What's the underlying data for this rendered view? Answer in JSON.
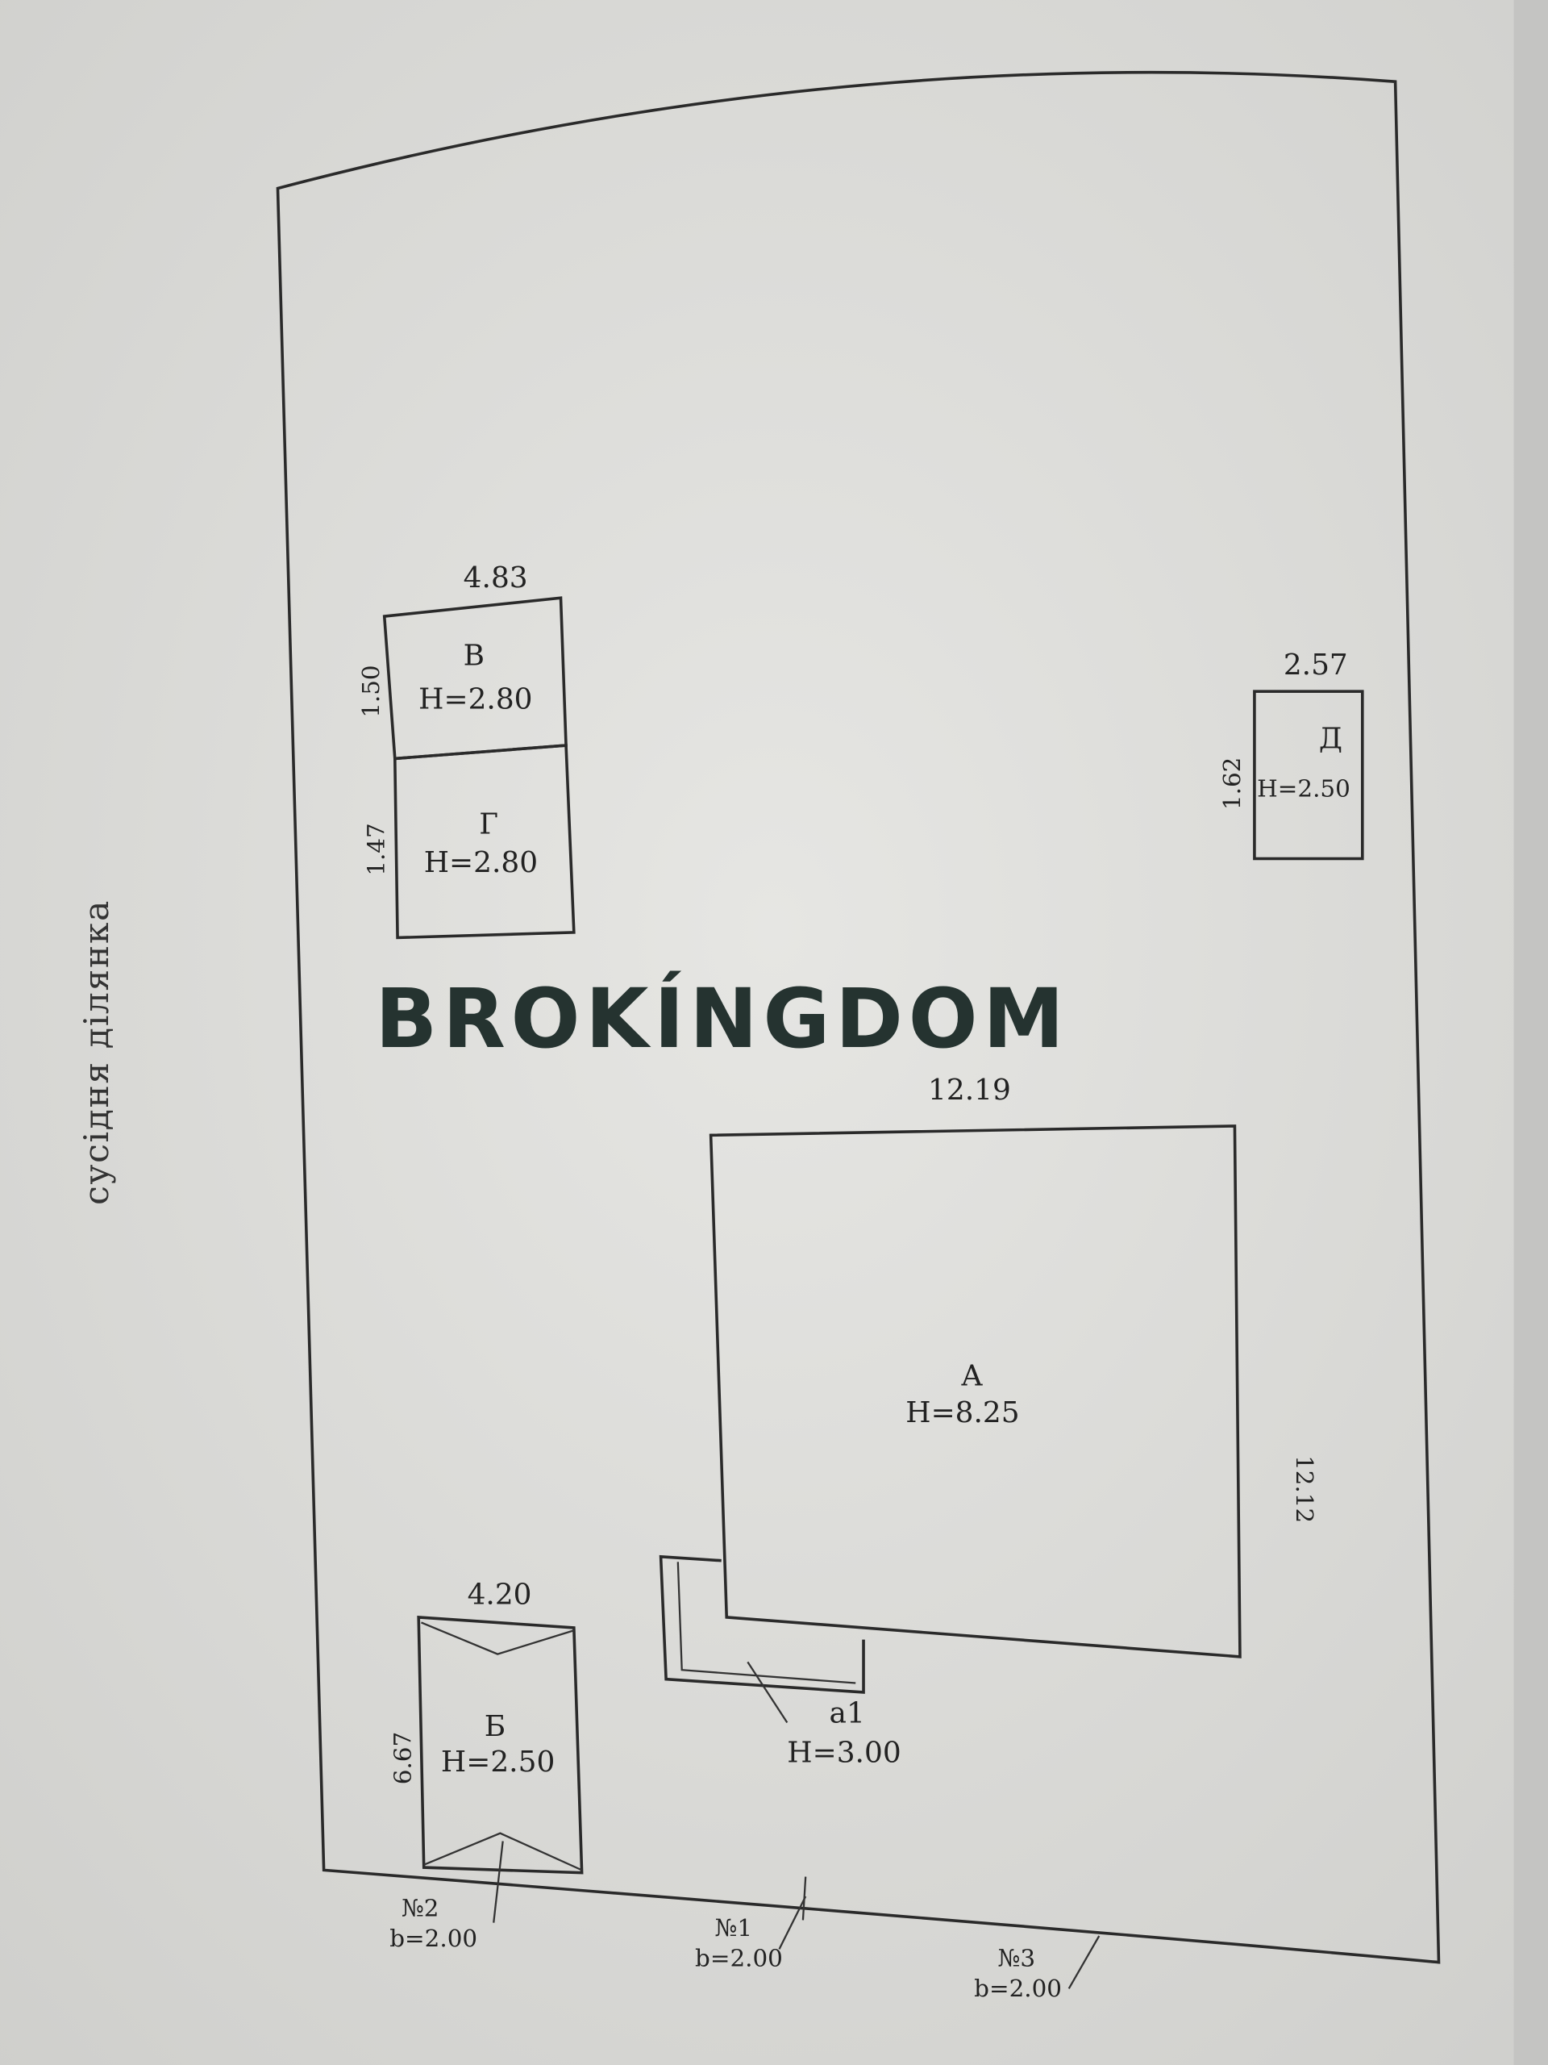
{
  "side_label": "сусідня ділянка",
  "watermark": "BROKÍNGDOM",
  "buildings": {
    "V": {
      "letter": "В",
      "height": "H=2.80",
      "width": "4.83",
      "depth": "1.50"
    },
    "G": {
      "letter": "Г",
      "height": "H=2.80",
      "depth": "1.47"
    },
    "D": {
      "letter": "Д",
      "height": "H=2.50",
      "width": "2.57",
      "depth": "1.62"
    },
    "A": {
      "letter": "А",
      "height": "H=8.25",
      "width": "12.19",
      "depth": "12.12"
    },
    "a1": {
      "letter": "а1",
      "height": "H=3.00"
    },
    "B": {
      "letter": "Б",
      "height": "H=2.50",
      "width": "4.20",
      "depth": "6.67"
    }
  },
  "gates": [
    {
      "number": "№2",
      "width": "b=2.00"
    },
    {
      "number": "№1",
      "width": "b=2.00"
    },
    {
      "number": "№3",
      "width": "b=2.00"
    }
  ]
}
